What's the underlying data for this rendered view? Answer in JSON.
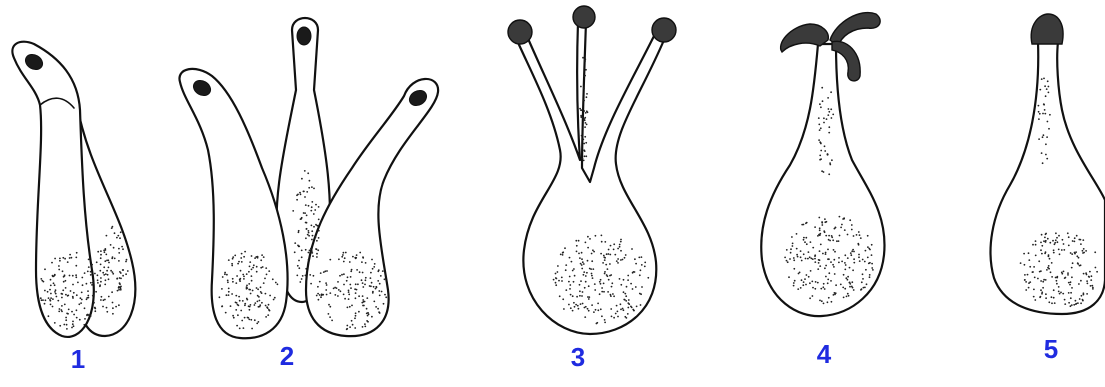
{
  "figure": {
    "colors": {
      "label": "#1f2be0",
      "outline": "#111111",
      "background": "#ffffff"
    },
    "items": [
      {
        "label": "1"
      },
      {
        "label": "2"
      },
      {
        "label": "3"
      },
      {
        "label": "4"
      },
      {
        "label": "5"
      }
    ]
  }
}
